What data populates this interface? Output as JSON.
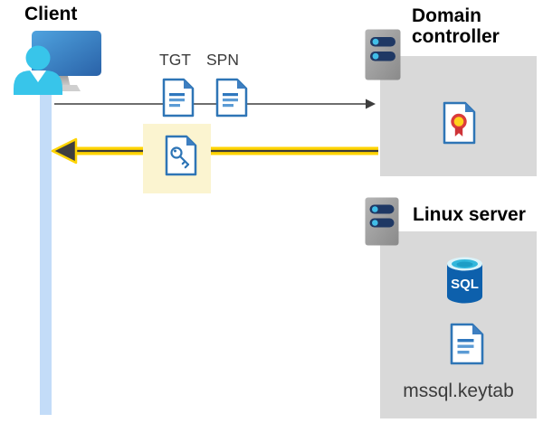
{
  "client": {
    "title": "Client"
  },
  "flow": {
    "tgt_label": "TGT",
    "spn_label": "SPN",
    "request_arrow": "client-to-domain-controller",
    "response_arrow": "domain-controller-to-client"
  },
  "domain_controller": {
    "title_line1": "Domain",
    "title_line2": "controller"
  },
  "linux_server": {
    "title": "Linux server",
    "database_label": "SQL",
    "keytab_label": "mssql.keytab"
  },
  "colors": {
    "box_gray": "#d9d9d9",
    "highlight_yellow": "#fbf4d0",
    "arrow_yellow": "#ffd400",
    "arrow_gray": "#595959",
    "document_blue": "#2e75b6",
    "timeline_blue": "#c3dcf8",
    "person_cyan": "#38c5ea",
    "sql_blue": "#0d60ac",
    "server_navy": "#1f3864"
  }
}
